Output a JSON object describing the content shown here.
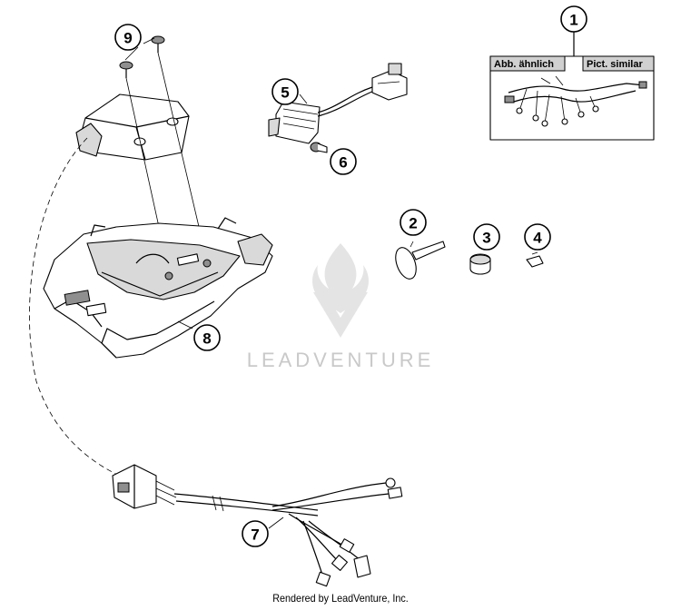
{
  "watermark": {
    "text": "LEADVENTURE"
  },
  "footer": {
    "credit": "Rendered by LeadVenture, Inc."
  },
  "similar_box": {
    "label_de": "Abb. ähnlich",
    "label_en": "Pict. similar"
  },
  "callouts": [
    {
      "id": "1",
      "label": "1"
    },
    {
      "id": "2",
      "label": "2"
    },
    {
      "id": "3",
      "label": "3"
    },
    {
      "id": "4",
      "label": "4"
    },
    {
      "id": "5",
      "label": "5"
    },
    {
      "id": "6",
      "label": "6"
    },
    {
      "id": "7",
      "label": "7"
    },
    {
      "id": "8",
      "label": "8"
    },
    {
      "id": "9",
      "label": "9"
    }
  ],
  "colors": {
    "line": "#000000",
    "watermark": "#c9c9c9",
    "part_shade": "#d9d9d9",
    "box_header": "#d0d0d0"
  }
}
